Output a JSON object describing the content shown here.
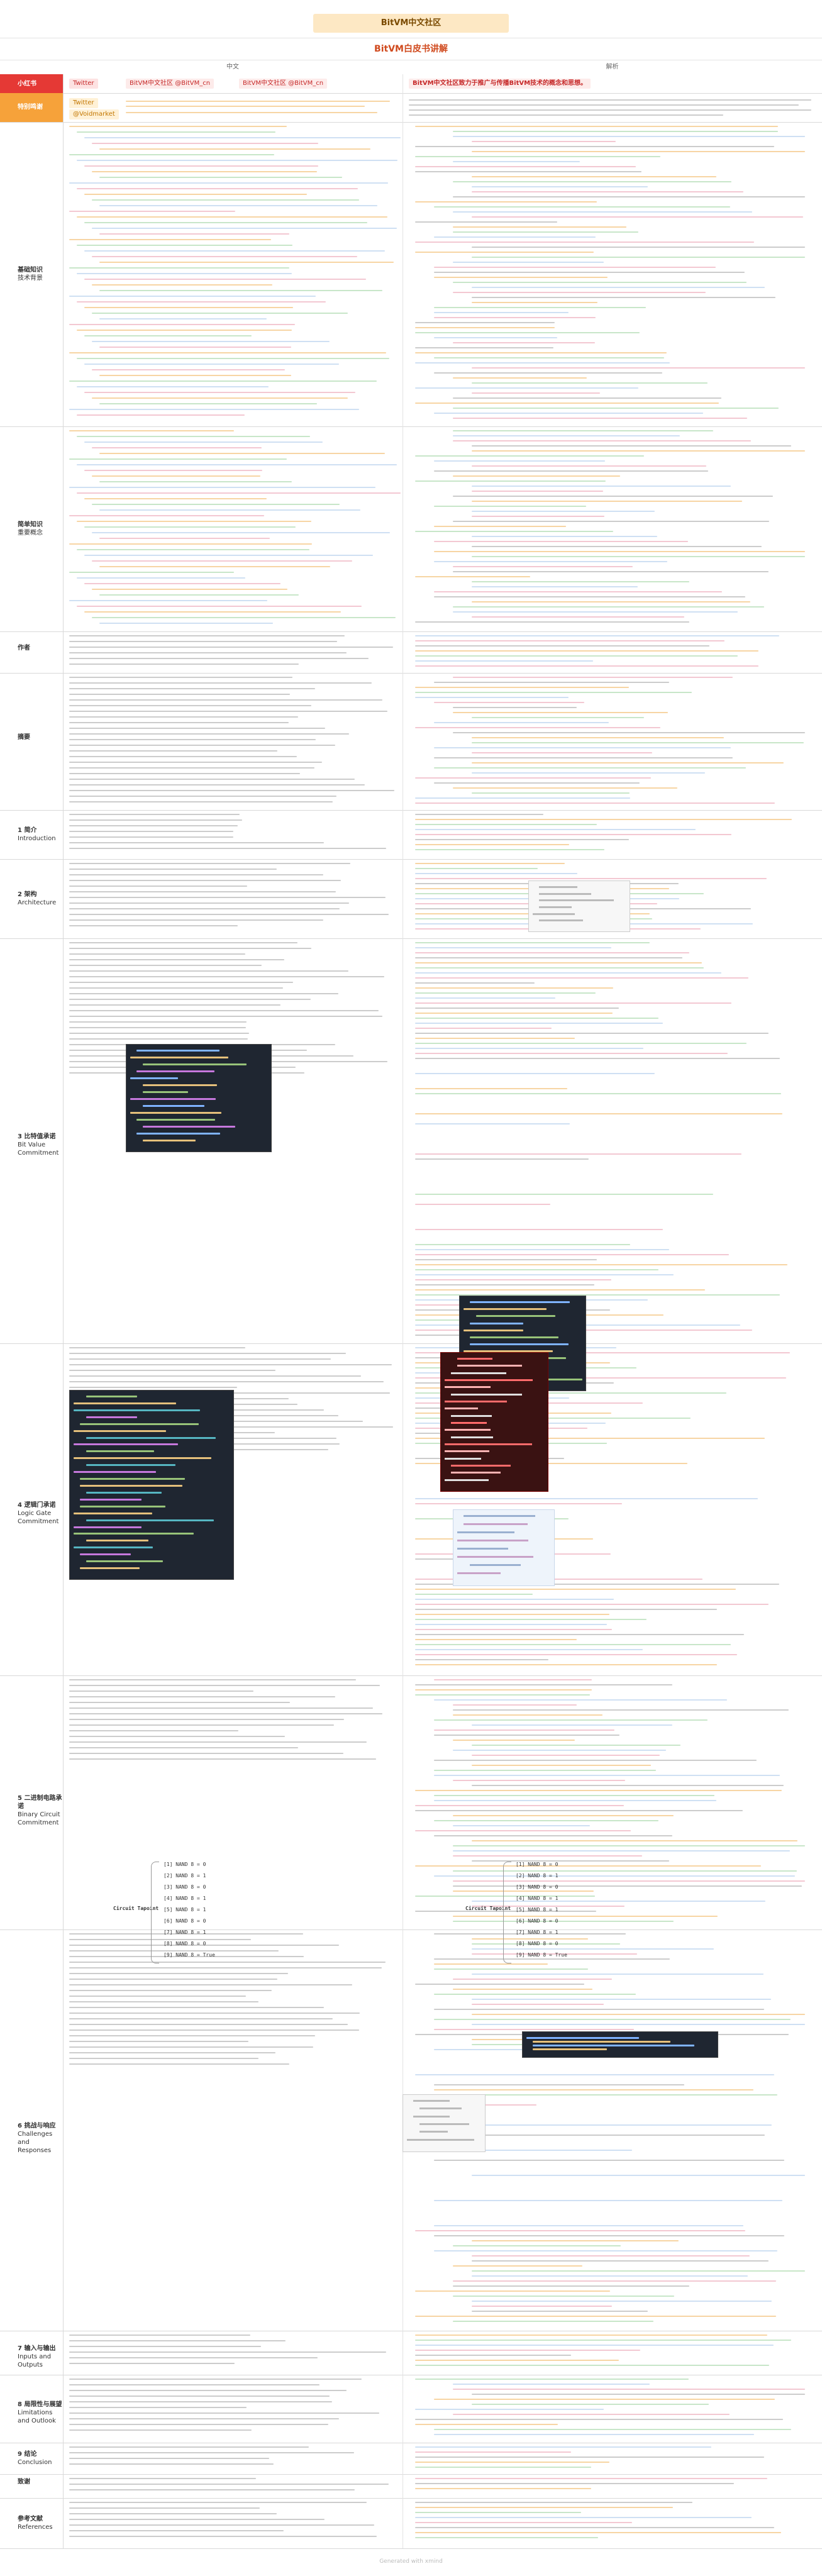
{
  "header": {
    "community": "BitVM中文社区",
    "title": "BitVM白皮书讲解"
  },
  "columns": {
    "left": "中文",
    "right": "解析"
  },
  "authors": {
    "label": "小红书",
    "twitter1": "Twitter",
    "handle1": "BitVM中文社区 @BitVM_cn",
    "handle2": "BitVM中文社区 @BitVM_cn",
    "summary_right": "BitVM中文社区致力于推广与传播BitVM技术的概念和思想。"
  },
  "translators": {
    "label": "特别鸣谢",
    "twitter2": "Twitter",
    "handle": "@Voidmarket"
  },
  "sections": [
    {
      "key": "bg",
      "label1": "基础知识",
      "label2": "技术背景"
    },
    {
      "key": "concept",
      "label1": "简单知识",
      "label2": "重要概念"
    },
    {
      "key": "author",
      "label1": "作者",
      "label2": ""
    },
    {
      "key": "abstract",
      "label1": "摘要",
      "label2": ""
    },
    {
      "key": "intro",
      "label1": "1 简介",
      "label2": "Introduction"
    },
    {
      "key": "arch",
      "label1": "2 架构",
      "label2": "Architecture"
    },
    {
      "key": "bit",
      "label1": "3 比特值承诺",
      "label2": "Bit Value Commitment"
    },
    {
      "key": "logic",
      "label1": "4 逻辑门承诺",
      "label2": "Logic Gate Commitment"
    },
    {
      "key": "binary",
      "label1": "5 二进制电路承诺",
      "label2": "Binary Circuit Commitment"
    },
    {
      "key": "chal",
      "label1": "6 挑战与响应",
      "label2": "Challenges and Responses"
    },
    {
      "key": "io",
      "label1": "7 输入与输出",
      "label2": "Inputs and Outputs"
    },
    {
      "key": "lim",
      "label1": "8 局限性与展望",
      "label2": "Limitations and Outlook"
    },
    {
      "key": "concl",
      "label1": "9 结论",
      "label2": "Conclusion"
    },
    {
      "key": "ack",
      "label1": "致谢",
      "label2": ""
    },
    {
      "key": "ref",
      "label1": "参考文献",
      "label2": "References"
    }
  ],
  "bit_circuit": {
    "title": "Circuit Tapoint",
    "rows": [
      "[1]  NAND 8 = 0",
      "[2]  NAND 8 = 1",
      "[3]  NAND 8 = 0",
      "[4]  NAND 8 = 1",
      "[5]  NAND 8 = 1",
      "[6]  NAND 8 = 0",
      "[7]  NAND 8 = 1",
      "[8]  NAND 8 = 0",
      "[9]  NAND 8 = True"
    ]
  },
  "footer": "Generated with xmind"
}
